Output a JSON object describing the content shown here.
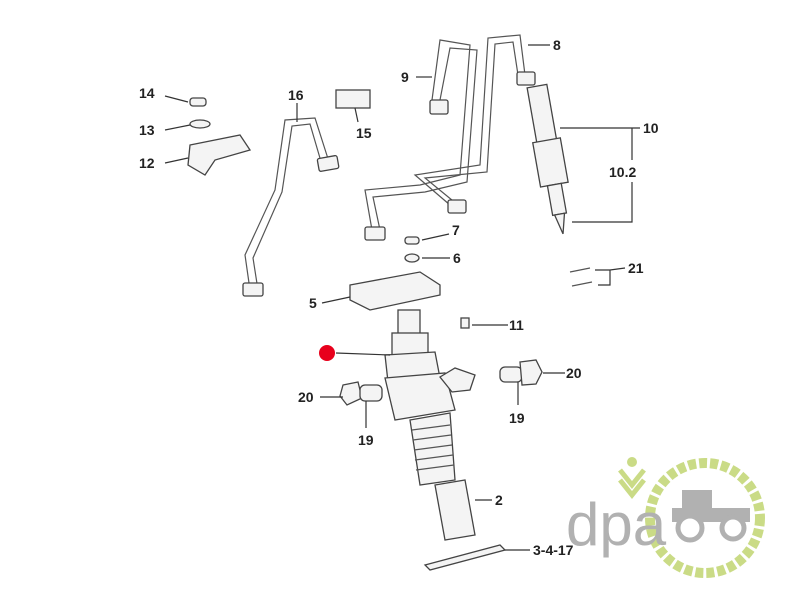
{
  "diagram": {
    "labels": {
      "l14": "14",
      "l13": "13",
      "l12": "12",
      "l16": "16",
      "l15": "15",
      "l9": "9",
      "l8": "8",
      "l10": "10",
      "l10_2": "10.2",
      "l7": "7",
      "l6": "6",
      "l21": "21",
      "l5": "5",
      "l11": "11",
      "l20a": "20",
      "l19a": "19",
      "l20b": "20",
      "l19b": "19",
      "l2": "2",
      "l3_4_17": "3-4-17"
    },
    "highlight_color": "#e8001c"
  },
  "logo": {
    "text": "dpa",
    "green": "#c5d87a",
    "grey": "#a9a9a9"
  }
}
